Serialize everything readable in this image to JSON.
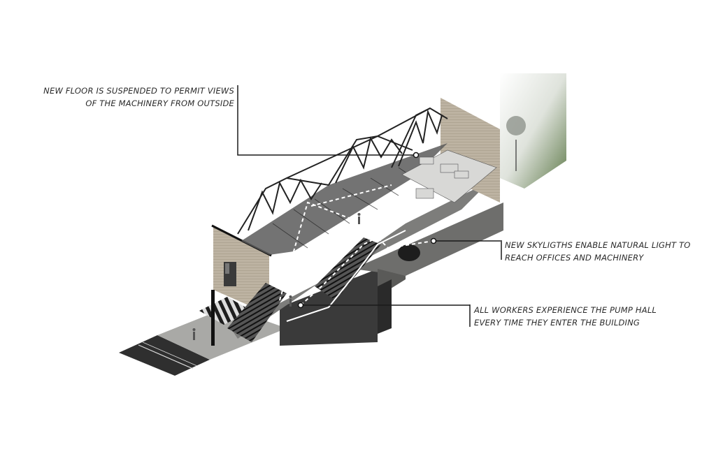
{
  "annotations": [
    {
      "lines": [
        "NEW FLOOR IS SUSPENDED TO PERMIT VIEWS",
        "OF THE MACHINERY FROM OUTSIDE"
      ]
    },
    {
      "lines": [
        "NEW SKYLIGTHS ENABLE NATURAL LIGHT TO",
        "REACH OFFICES AND MACHINERY"
      ]
    },
    {
      "lines": [
        "ALL WORKERS EXPERIENCE THE PUMP HALL",
        "EVERY TIME THEY ENTER THE BUILDING"
      ]
    }
  ],
  "colors": {
    "leader": "#1a1a1a",
    "brick": "#b7ad9c",
    "concrete": "#8c8c8a",
    "dark": "#2b2b2b",
    "grass": "#5f7a4a"
  }
}
